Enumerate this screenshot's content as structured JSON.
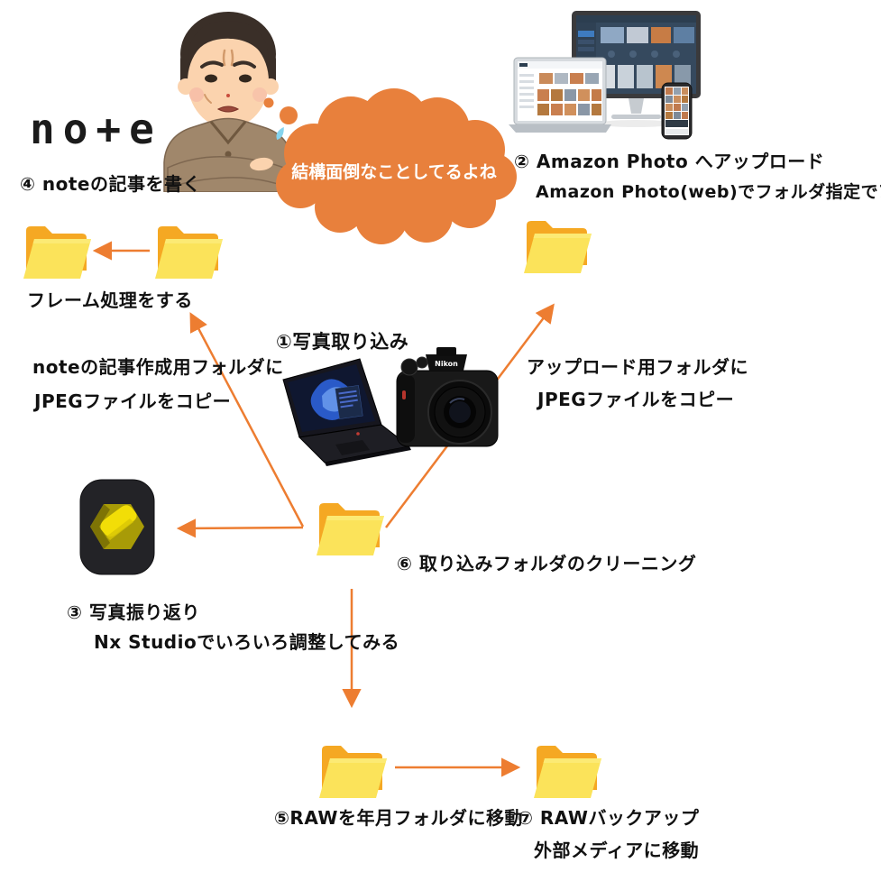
{
  "colors": {
    "arrow": "#ED7D31",
    "bubble": "#E8803C",
    "folder_front": "#FBE35A",
    "folder_back": "#F5A823",
    "text": "#111111"
  },
  "logos": {
    "note": "no+e",
    "nikon": "Nikon"
  },
  "bubble": {
    "text": "結構面倒なことしてるよね"
  },
  "labels": {
    "step1": "①写真取り込み",
    "step2_line1": "② Amazon Photo へアップロード",
    "step2_line2": "Amazon Photo(web)でフォルダ指定でアップロード",
    "step3_line1": "③ 写真振り返り",
    "step3_line2": "Nx Studioでいろいろ調整してみる",
    "step4": "④ noteの記事を書く",
    "step5": "⑤RAWを年月フォルダに移動",
    "step6": "⑥ 取り込みフォルダのクリーニング",
    "step7_line1": "⑦ RAWバックアップ",
    "step7_line2": "外部メディアに移動",
    "frame_process": "フレーム処理をする",
    "note_copy_line1": "noteの記事作成用フォルダに",
    "note_copy_line2": "JPEGファイルをコピー",
    "upload_copy_line1": "アップロード用フォルダに",
    "upload_copy_line2": "JPEGファイルをコピー"
  },
  "icons": {
    "folders": [
      "note-final-folder",
      "note-work-folder",
      "upload-folder",
      "import-folder",
      "raw-monthly-folder",
      "raw-backup-folder"
    ],
    "nx_studio": "nx-studio-app-icon",
    "devices": "amazon-photos-devices",
    "camera_laptop": "camera-and-laptop",
    "man": "troubled-man"
  }
}
